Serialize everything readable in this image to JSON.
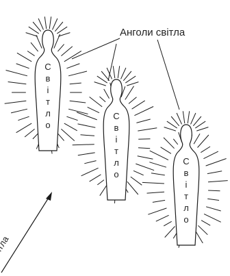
{
  "diagram": {
    "caption": "Анголи світла",
    "arrow_label": "Світла",
    "figure_word": [
      "С",
      "в",
      "і",
      "т",
      "л",
      "о"
    ],
    "figure_count": 3,
    "line_color": "#1a1a1a"
  }
}
